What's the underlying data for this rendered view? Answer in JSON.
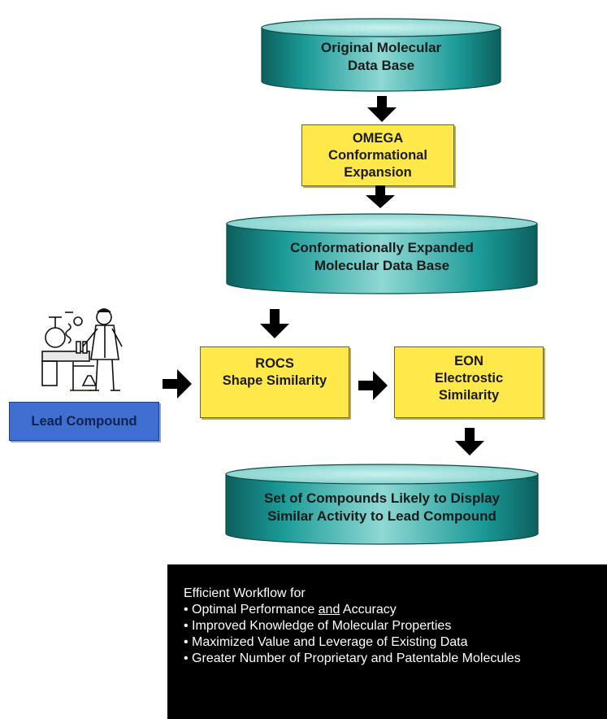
{
  "nodes": {
    "original_db": {
      "line1": "Original Molecular",
      "line2": "Data Base"
    },
    "omega": {
      "line1": "OMEGA",
      "line2": "Conformational",
      "line3": "Expansion"
    },
    "expanded_db": {
      "line1": "Conformationally Expanded",
      "line2": "Molecular Data Base"
    },
    "rocs": {
      "line1": "ROCS",
      "line2": "Shape Similarity"
    },
    "eon": {
      "line1": "EON",
      "line2": "Electrostic",
      "line3": "Similarity"
    },
    "result_set": {
      "line1": "Set of Compounds Likely to Display",
      "line2": "Similar Activity to Lead Compound"
    },
    "lead": {
      "label": "Lead Compound"
    }
  },
  "info": {
    "heading": "Efficient Workflow for",
    "item1_before": "Optimal Performance ",
    "item1_underlined": "and",
    "item1_after": " Accuracy",
    "item2": "Improved Knowledge of Molecular Properties",
    "item3": "Maximized Value and Leverage of Existing Data",
    "item4": "Greater Number of Proprietary and Patentable Molecules"
  },
  "colors": {
    "cylinder_body": "#1b9a97",
    "cylinder_top": "#9ce0dc",
    "process_box": "#ffe94a",
    "lead_box": "#3f6fd0",
    "arrow": "#000000",
    "info_panel": "#000000"
  },
  "icons": {
    "illustration": "scientist-lab-icon"
  }
}
